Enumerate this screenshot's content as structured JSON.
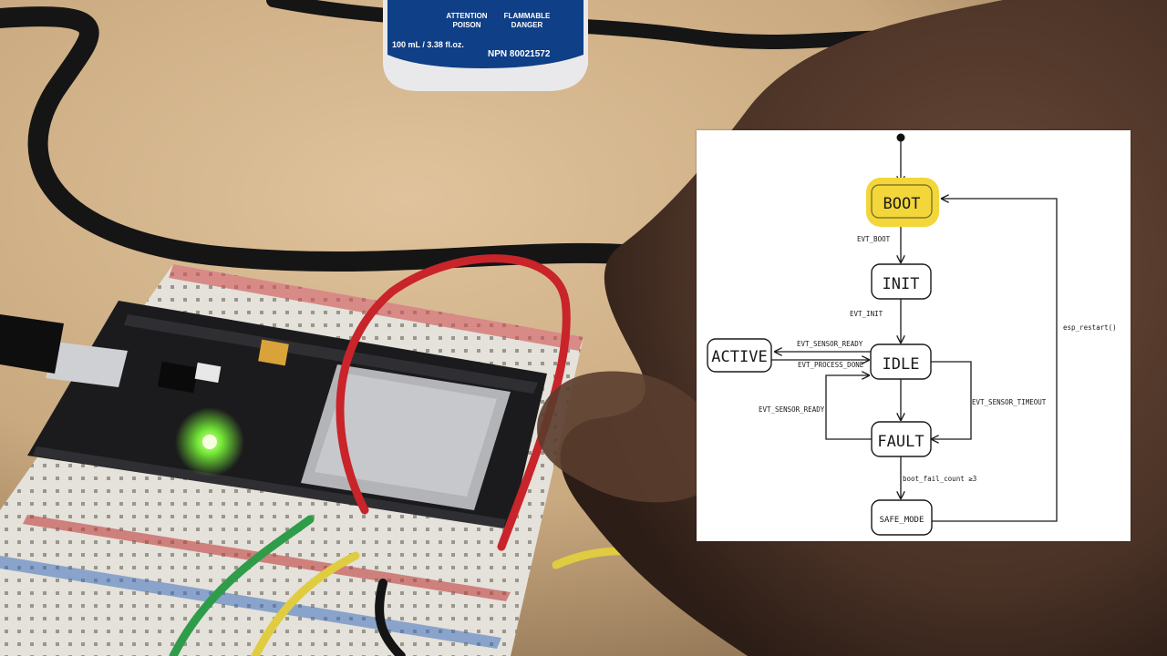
{
  "colors": {
    "desk": "#c9a97f",
    "cable": "#151515",
    "bottle": "#0f3f86",
    "board": "#1b1b1d",
    "led": "#7dff3a",
    "boot_highlight": "#f2d63a"
  },
  "bottle": {
    "warning_left": "ATTENTION\nPOISON",
    "warning_left_line1": "ATTENTION",
    "warning_left_line2": "POISON",
    "warning_right_line1": "FLAMMABLE",
    "warning_right_line2": "DANGER",
    "volume": "100 mL / 3.38 fl.oz.",
    "npn": "NPN 80021572"
  },
  "diagram": {
    "states": {
      "boot": "BOOT",
      "init": "INIT",
      "idle": "IDLE",
      "active": "ACTIVE",
      "fault": "FAULT",
      "safe_mode": "SAFE_MODE"
    },
    "edges": {
      "evt_boot": "EVT_BOOT",
      "evt_init": "EVT_INIT",
      "evt_sensor_ready_active": "EVT_SENSOR_READY",
      "evt_process_done": "EVT_PROCESS_DONE",
      "evt_sensor_ready_fault": "EVT_SENSOR_READY",
      "evt_sensor_timeout": "EVT_SENSOR_TIMEOUT",
      "boot_fail_count": "boot_fail_count ≥3",
      "esp_restart": "esp_restart()"
    }
  }
}
